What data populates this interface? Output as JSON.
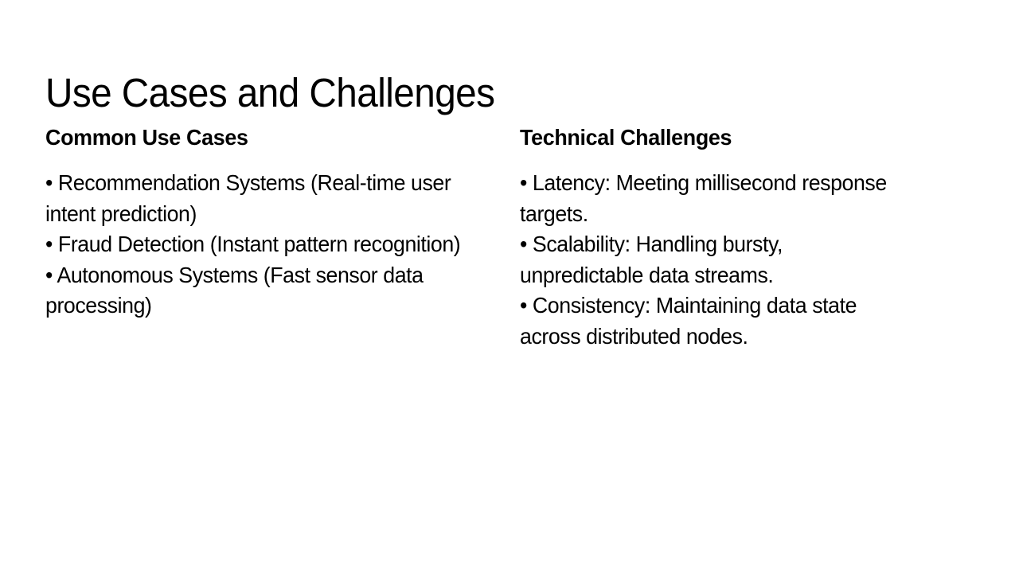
{
  "slide": {
    "title": "Use Cases and Challenges",
    "background_color": "#ffffff",
    "text_color": "#000000",
    "bullet_glyph": "•"
  },
  "columns": {
    "left": {
      "heading": "Common Use Cases",
      "bullets": [
        "• Recommendation Systems (Real-time user intent prediction)",
        "• Fraud Detection (Instant pattern recognition)",
        "• Autonomous Systems (Fast sensor data processing)"
      ]
    },
    "right": {
      "heading": "Technical Challenges",
      "bullets": [
        "• Latency: Meeting millisecond response targets.",
        "• Scalability: Handling bursty, unpredictable data streams.",
        "• Consistency: Maintaining data state across distributed nodes."
      ]
    }
  }
}
